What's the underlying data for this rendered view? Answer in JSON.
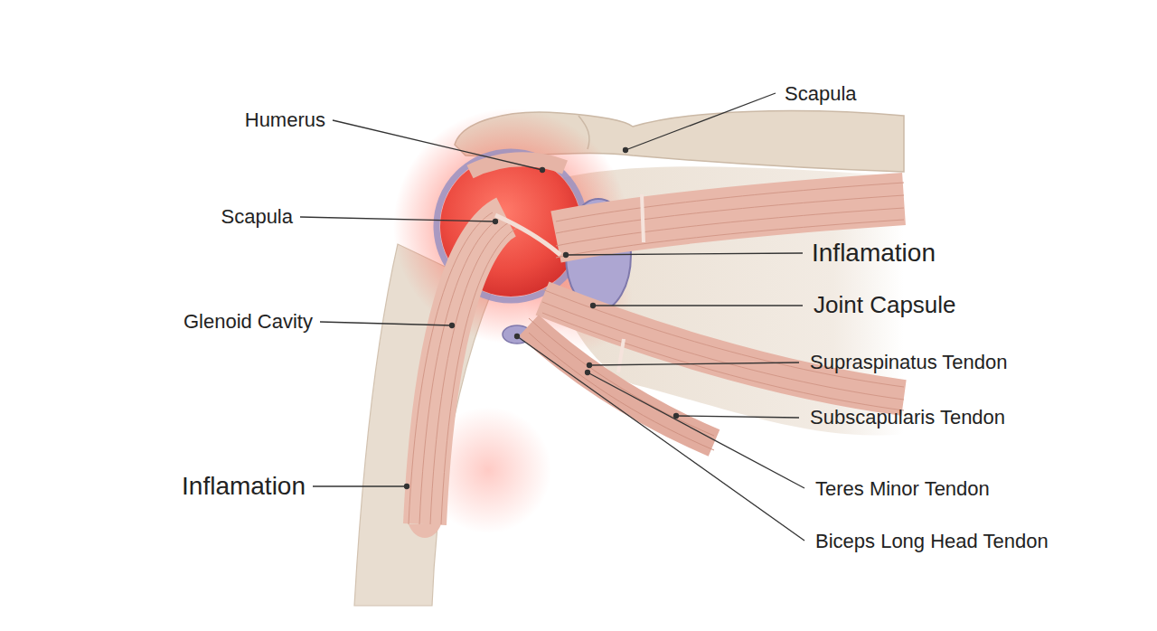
{
  "diagram": {
    "labels": [
      "Humerus",
      "Scapula",
      "Glenoid Cavity",
      "Inflamation",
      "Scapula",
      "Inflamation",
      "Joint Capsule",
      "Supraspinatus Tendon",
      "Subscapularis Tendon",
      "Teres Minor Tendon",
      "Biceps Long Head Tendon"
    ]
  }
}
